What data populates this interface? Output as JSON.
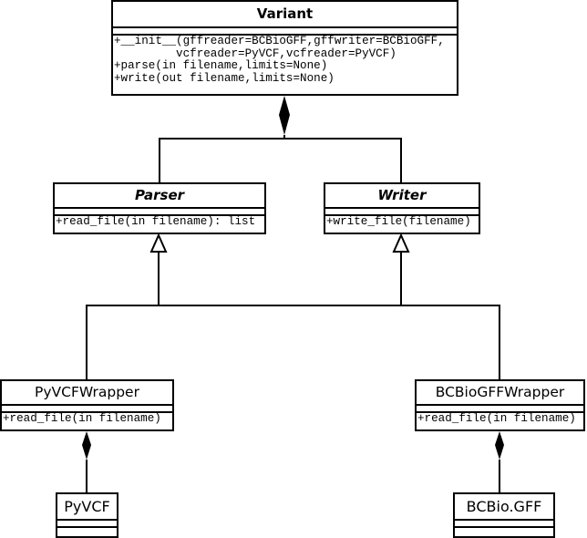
{
  "classes": {
    "variant": {
      "name": "Variant",
      "methods": [
        "+__init__(gffreader=BCBioGFF,gffwriter=BCBioGFF,",
        "         vcfreader=PyVCF,vcfreader=PyVCF)",
        "+parse(in filename,limits=None)",
        "+write(out filename,limits=None)"
      ]
    },
    "parser": {
      "name": "Parser",
      "abstract": true,
      "methods": [
        "+read_file(in filename): list"
      ]
    },
    "writer": {
      "name": "Writer",
      "abstract": true,
      "methods": [
        "+write_file(filename)"
      ]
    },
    "pyvcf_wrapper": {
      "name": "PyVCFWrapper",
      "methods": [
        "+read_file(in filename)"
      ]
    },
    "bcbiogff_wrapper": {
      "name": "BCBioGFFWrapper",
      "methods": [
        "+read_file(in filename)"
      ]
    },
    "pyvcf": {
      "name": "PyVCF"
    },
    "bcbio_gff": {
      "name": "BCBio.GFF"
    }
  },
  "relations": [
    {
      "type": "composition",
      "whole": "Variant",
      "part": "Parser"
    },
    {
      "type": "composition",
      "whole": "Variant",
      "part": "Writer"
    },
    {
      "type": "generalization",
      "child": "PyVCFWrapper",
      "parent": "Parser"
    },
    {
      "type": "generalization",
      "child": "BCBioGFFWrapper",
      "parent": "Parser"
    },
    {
      "type": "generalization",
      "child": "PyVCFWrapper",
      "parent": "Writer"
    },
    {
      "type": "generalization",
      "child": "BCBioGFFWrapper",
      "parent": "Writer"
    },
    {
      "type": "composition",
      "whole": "PyVCFWrapper",
      "part": "PyVCF"
    },
    {
      "type": "composition",
      "whole": "BCBioGFFWrapper",
      "part": "BCBio.GFF"
    }
  ]
}
